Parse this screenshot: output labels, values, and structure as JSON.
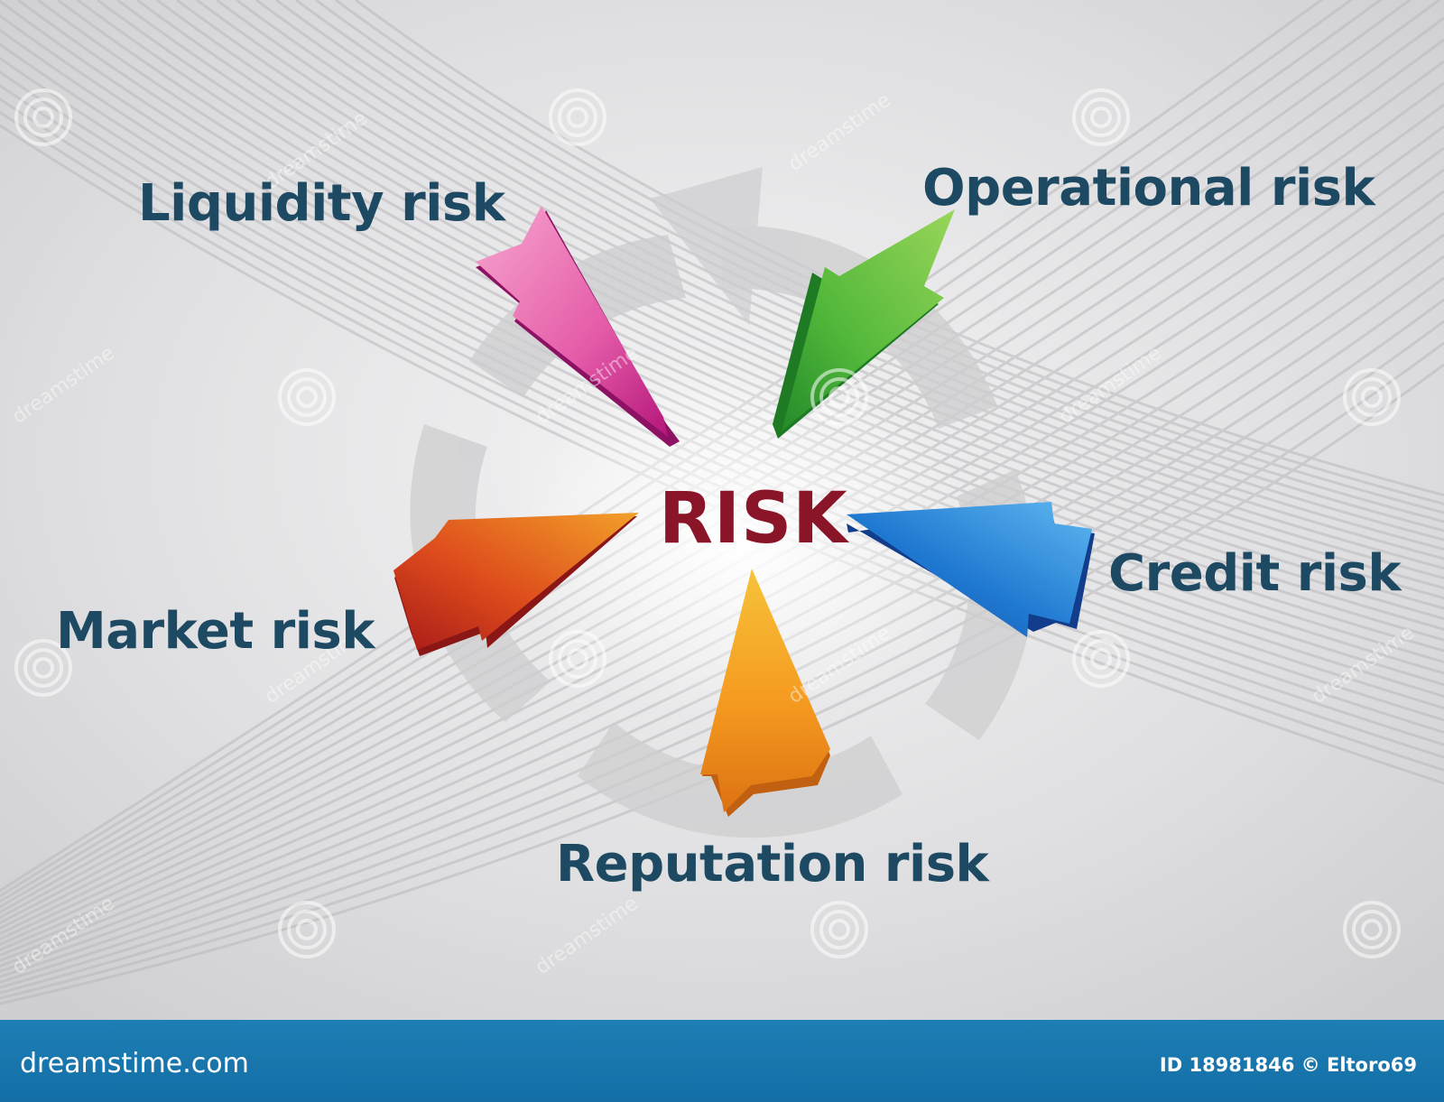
{
  "center": {
    "label": "RISK",
    "color": "#8a1428"
  },
  "nodes": [
    {
      "id": "liquidity",
      "label": "Liquidity risk",
      "color": "#d6208f",
      "icon": "arrow-icon"
    },
    {
      "id": "operational",
      "label": "Operational risk",
      "color": "#4db634",
      "icon": "arrow-icon"
    },
    {
      "id": "credit",
      "label": "Credit risk",
      "color": "#1e6fc4",
      "icon": "arrow-icon"
    },
    {
      "id": "reputation",
      "label": "Reputation risk",
      "color": "#f39c12",
      "icon": "arrow-icon"
    },
    {
      "id": "market",
      "label": "Market risk",
      "color": "#d9431c",
      "icon": "arrow-icon"
    }
  ],
  "label_color": "#1d4a62",
  "footer": {
    "brand": "dreamstime.com",
    "image_id": "ID 18981846 © Eltoro69",
    "background": "#1779b0"
  },
  "watermark": {
    "text": "dreamstime"
  }
}
